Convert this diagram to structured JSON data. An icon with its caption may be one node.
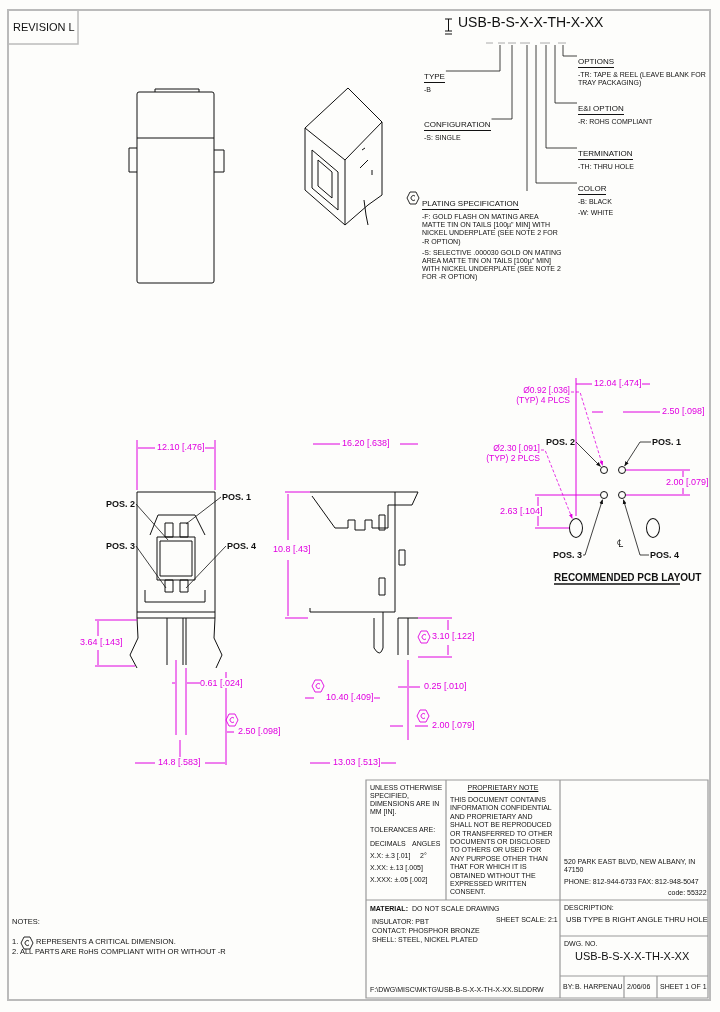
{
  "diagram": {
    "nodes": [
      {
        "text": [
          "USB-B-S-X-X-TH-X-XX"
        ]
      },
      {
        "text": [
          "OPTIONS",
          "-TR: TAPE & REEL (LEAVE BLANK FOR TRAY PACKAGING)"
        ]
      },
      {
        "text": [
          "TYPE",
          "-B"
        ]
      },
      {
        "text": [
          "E&I OPTION",
          "-R: ROHS COMPLIANT"
        ]
      },
      {
        "text": [
          "CONFIGURATION",
          "-S: SINGLE"
        ]
      },
      {
        "text": [
          "TERMINATION",
          "-TH: THRU HOLE"
        ]
      },
      {
        "text": [
          "COLOR",
          "-B: BLACK",
          "-W: WHITE"
        ]
      },
      {
        "text": [
          "PLATING SPECIFICATION",
          "-F: GOLD FLASH ON MATING AREA MATTE TIN ON TAILS [100µ\" MIN] WITH NICKEL UNDERPLATE (SEE NOTE 2 FOR -R OPTION)",
          "-S: SELECTIVE .000030 GOLD ON MATING AREA MATTE TIN ON TAILS [100µ\" MIN] WITH NICKEL UNDERPLATE (SEE NOTE 2 FOR -R OPTION)"
        ]
      },
      {
        "text": [
          "POS. 2"
        ]
      },
      {
        "text": [
          "POS. 1"
        ]
      },
      {
        "text": [
          "POS. 3"
        ]
      },
      {
        "text": [
          "POS. 4"
        ]
      },
      {
        "text": [
          "Ø0.92 [.036] (TYP) 4 PLCS"
        ]
      },
      {
        "text": [
          "POS. 2"
        ]
      },
      {
        "text": [
          "POS. 1"
        ]
      },
      {
        "text": [
          "Ø2.30 [.091] (TYP) 2 PLCS"
        ]
      },
      {
        "text": [
          "POS. 3"
        ]
      },
      {
        "text": [
          "POS. 4"
        ]
      },
      {
        "text": [],
        "shape": "circle"
      },
      {
        "text": [],
        "shape": "circle"
      },
      {
        "text": [],
        "shape": "circle"
      },
      {
        "text": [],
        "shape": "circle"
      },
      {
        "text": [],
        "shape": "circle"
      },
      {
        "text": [],
        "shape": "circle"
      }
    ],
    "edges": [
      {
        "from": 1,
        "to": 0,
        "arrow": "none"
      },
      {
        "from": 2,
        "to": 0,
        "arrow": "none"
      },
      {
        "from": 3,
        "to": 0,
        "arrow": "none"
      },
      {
        "from": 4,
        "to": 0,
        "arrow": "none"
      },
      {
        "from": 5,
        "to": 0,
        "arrow": "none"
      },
      {
        "from": 6,
        "to": 0,
        "arrow": "none"
      },
      {
        "from": 7,
        "to": 0,
        "arrow": "none"
      },
      {
        "from": 8,
        "to": null,
        "arrow": "none"
      },
      {
        "from": 9,
        "to": null,
        "arrow": "none"
      },
      {
        "from": 10,
        "to": null,
        "arrow": "none"
      },
      {
        "from": 11,
        "to": null,
        "arrow": "none"
      },
      {
        "from": 12,
        "to": 18,
        "arrow": "to",
        "style": "dashed",
        "color": "#e000e0"
      },
      {
        "from": 13,
        "to": 18,
        "arrow": "to"
      },
      {
        "from": 14,
        "to": 19,
        "arrow": "to"
      },
      {
        "from": 15,
        "to": 22,
        "arrow": "to",
        "style": "dashed",
        "color": "#e000e0"
      },
      {
        "from": 16,
        "to": 20,
        "arrow": "to"
      },
      {
        "from": 17,
        "to": 21,
        "arrow": "to"
      }
    ],
    "labels": [
      "REVISION L",
      "12.10 [.476]",
      "3.64 [.143]",
      "0.61 [.024]",
      "2.50 [.098]",
      "14.8 [.583]",
      "16.20 [.638]",
      "10.8 [.43]",
      "3.10 [.122]",
      "0.25 [.010]",
      "10.40 [.409]",
      "2.00 [.079]",
      "13.03 [.513]",
      "12.04 [.474]",
      "2.50 [.098]",
      "2.00 [.079]",
      "2.63 [.104]",
      "℄",
      "RECOMMENDED PCB LAYOUT",
      "NOTES:",
      "1.",
      "REPRESENTS A CRITICAL DIMENSION.",
      "2. ALL PARTS ARE RoHS COMPLIANT WITH OR WITHOUT -R",
      "UNLESS OTHERWISE SPECIFIED, DIMENSIONS ARE IN MM [IN].",
      "TOLERANCES ARE:",
      "DECIMALS",
      "ANGLES",
      "X.X: ±.3 [.01]",
      "2°",
      "X.XX: ±.13 [.005]",
      "X.XXX: ±.05 [.002]",
      "PROPRIETARY NOTE",
      "THIS DOCUMENT CONTAINS INFORMATION CONFIDENTIAL AND PROPRIETARY AND SHALL NOT BE REPRODUCED OR TRANSFERRED TO OTHER DOCUMENTS OR DISCLOSED TO OTHERS OR USED FOR ANY PURPOSE OTHER THAN THAT FOR WHICH IT IS OBTAINED WITHOUT THE EXPRESSED WRITTEN CONSENT.",
      "520 PARK EAST BLVD, NEW ALBANY, IN 47150",
      "PHONE: 812-944-6733",
      "FAX: 812-948-5047",
      "code: 55322",
      "MATERIAL:",
      "DO NOT SCALE DRAWING",
      "SHEET SCALE: 2:1",
      "INSULATOR: PBT",
      "CONTACT: PHOSPHOR BRONZE",
      "SHELL: STEEL, NICKEL PLATED",
      "F:\\DWG\\MISC\\MKTG\\USB-B-S-X-X-TH-X-XX.SLDDRW",
      "DESCRIPTION:",
      "USB TYPE B RIGHT ANGLE THRU HOLE",
      "DWG. NO.",
      "USB-B-S-X-X-TH-X-XX",
      "BY:",
      "B. HARPENAU",
      "2/06/06",
      "SHEET 1 OF 1"
    ]
  }
}
